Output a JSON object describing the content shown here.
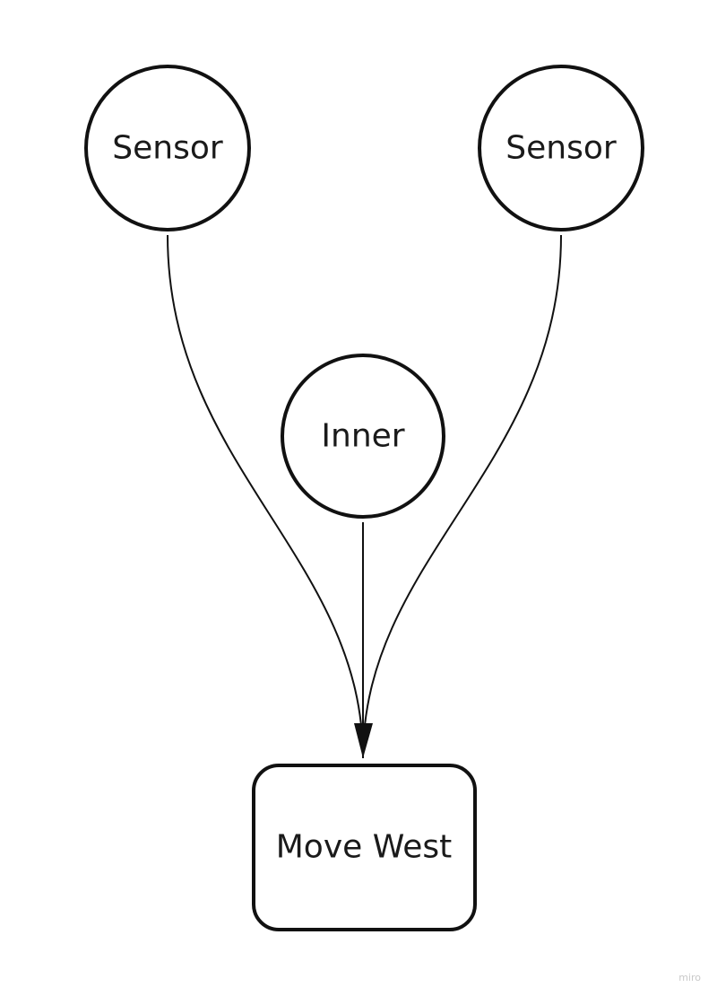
{
  "colors": {
    "background": "#ffffff",
    "stroke": "#111111",
    "text": "#1a1a1a",
    "watermark": "#c9c9c9"
  },
  "nodes": {
    "sensor_left": {
      "label": "Sensor",
      "shape": "circle"
    },
    "sensor_right": {
      "label": "Sensor",
      "shape": "circle"
    },
    "inner": {
      "label": "Inner",
      "shape": "circle"
    },
    "move_west": {
      "label": "Move West",
      "shape": "rounded-rectangle"
    }
  },
  "edges": [
    {
      "from": "sensor_left",
      "to": "move_west"
    },
    {
      "from": "inner",
      "to": "move_west"
    },
    {
      "from": "sensor_right",
      "to": "move_west"
    }
  ],
  "watermark": {
    "text": "miro"
  }
}
